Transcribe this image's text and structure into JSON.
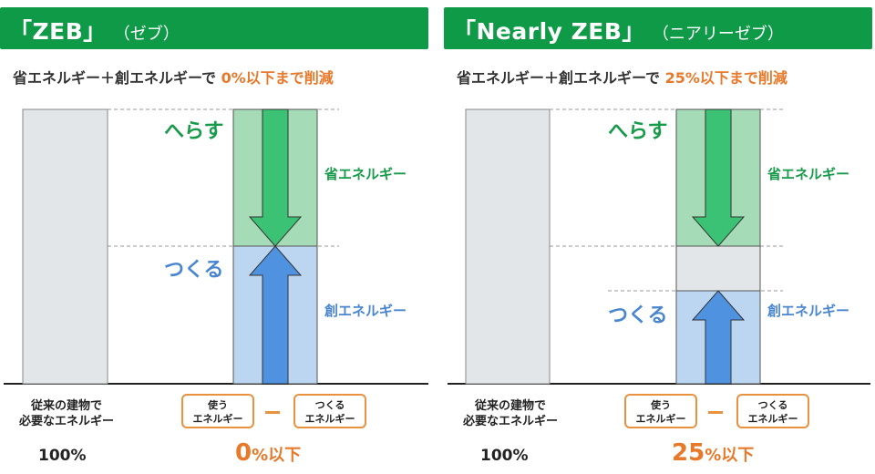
{
  "colors": {
    "banner": "#0e9a47",
    "accent_orange": "#e8782a",
    "green_label": "#179a4a",
    "blue_label": "#4a86d0",
    "gray_bar": "#e3e6e9",
    "green_fill": "#a5dcb7",
    "green_arrow": "#3cc274",
    "blue_fill": "#bcd6f2",
    "blue_arrow": "#4f92e0"
  },
  "panels": [
    {
      "title": "「ZEB」",
      "title_sub": "（ゼブ）",
      "subtitle_prefix": "省エネルギー＋創エネルギーで ",
      "subtitle_highlight": "0%以下まで削減",
      "reduce_label": "へらす",
      "create_label": "つくる",
      "save_energy_label": "省エネルギー",
      "create_energy_label": "創エネルギー",
      "baseline_caption_line1": "従来の建物で",
      "baseline_caption_line2": "必要なエネルギー",
      "use_box_line1": "使う",
      "use_box_line2": "エネルギー",
      "create_box_line1": "つくる",
      "create_box_line2": "エネルギー",
      "baseline_value": "100%",
      "result_value": "0",
      "result_suffix": "%以下",
      "reduction_share": 0.5,
      "creation_share": 0.5
    },
    {
      "title": "「Nearly ZEB」",
      "title_sub": "（ニアリーゼブ）",
      "subtitle_prefix": "省エネルギー＋創エネルギーで ",
      "subtitle_highlight": "25%以下まで削減",
      "reduce_label": "へらす",
      "create_label": "つくる",
      "save_energy_label": "省エネルギー",
      "create_energy_label": "創エネルギー",
      "baseline_caption_line1": "従来の建物で",
      "baseline_caption_line2": "必要なエネルギー",
      "use_box_line1": "使う",
      "use_box_line2": "エネルギー",
      "create_box_line1": "つくる",
      "create_box_line2": "エネルギー",
      "baseline_value": "100%",
      "result_value": "25",
      "result_suffix": "%以下",
      "reduction_share": 0.5,
      "creation_share": 0.33
    }
  ]
}
